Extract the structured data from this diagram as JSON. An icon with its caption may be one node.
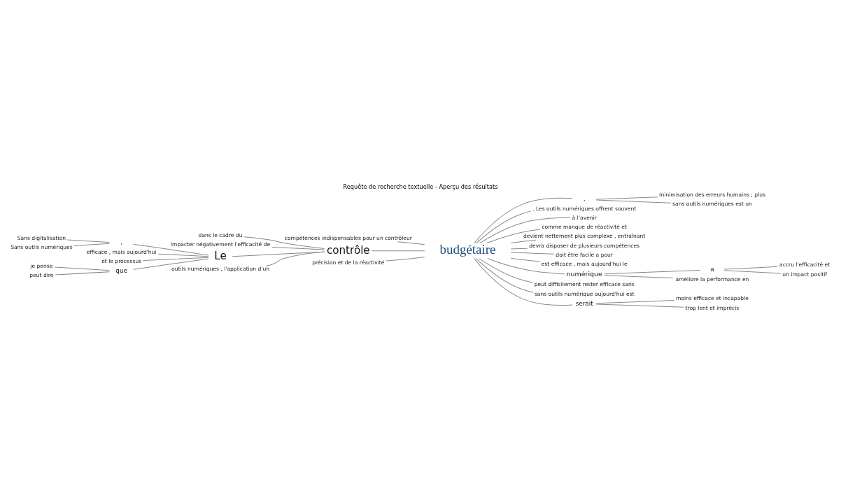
{
  "diagram": {
    "title": "Requête de recherche textuelle - Aperçu des résultats",
    "nodes": [
      {
        "text": [
          "compétences indispensables pour un contrôleur"
        ]
      },
      {
        "text": [
          "dans le cadre du"
        ]
      },
      {
        "text": [
          "impacter négativement l'efficacité de"
        ]
      },
      {
        "text": [
          "Sans digitalisation"
        ]
      },
      {
        "text": [
          "Sans outils numériques"
        ]
      },
      {
        "text": [
          ","
        ]
      },
      {
        "text": [
          "efficace , mais aujourd'hui"
        ]
      },
      {
        "text": [
          "et le processus"
        ]
      },
      {
        "text": [
          "Le"
        ]
      },
      {
        "text": [
          "contrôle"
        ]
      },
      {
        "text": [
          "budgétaire"
        ]
      },
      {
        "text": [
          "je pense"
        ]
      },
      {
        "text": [
          "peut dire"
        ]
      },
      {
        "text": [
          "que"
        ]
      },
      {
        "text": [
          "outils numériques , l'application d'un"
        ]
      },
      {
        "text": [
          "précision et de la réactivité"
        ]
      },
      {
        "text": [
          ","
        ]
      },
      {
        "text": [
          "minimisation des erreurs humains ; plus"
        ]
      },
      {
        "text": [
          "sans outils numériques est un"
        ]
      },
      {
        "text": [
          ". Les outils numériques offrent souvent"
        ]
      },
      {
        "text": [
          "à l’avenir"
        ]
      },
      {
        "text": [
          "comme manque de réactivité et"
        ]
      },
      {
        "text": [
          "devient nettement plus complexe , entraînant"
        ]
      },
      {
        "text": [
          "devra disposer de plusieurs compétences"
        ]
      },
      {
        "text": [
          "doit être facile a pour"
        ]
      },
      {
        "text": [
          "est efficace , mais aujourd'hui le"
        ]
      },
      {
        "text": [
          "numérique"
        ]
      },
      {
        "text": [
          "a"
        ]
      },
      {
        "text": [
          "accru l'efficacité et"
        ]
      },
      {
        "text": [
          "un impact positif"
        ]
      },
      {
        "text": [
          "améliore la performance en"
        ]
      },
      {
        "text": [
          "peut difficilement rester efficace sans"
        ]
      },
      {
        "text": [
          "sans outils numérique aujourd'hui est"
        ]
      },
      {
        "text": [
          "serait"
        ]
      },
      {
        "text": [
          "moins efficace et incapable"
        ]
      },
      {
        "text": [
          "trop lent et imprécis"
        ]
      }
    ],
    "edges": [
      {
        "from": 0,
        "to": 10,
        "arrow": "none"
      },
      {
        "from": 1,
        "to": 9,
        "arrow": "none"
      },
      {
        "from": 2,
        "to": 9,
        "arrow": "none"
      },
      {
        "from": 3,
        "to": 5,
        "arrow": "none"
      },
      {
        "from": 4,
        "to": 5,
        "arrow": "none"
      },
      {
        "from": 5,
        "to": 8,
        "arrow": "none"
      },
      {
        "from": 6,
        "to": 8,
        "arrow": "none"
      },
      {
        "from": 7,
        "to": 8,
        "arrow": "none"
      },
      {
        "from": 11,
        "to": 13,
        "arrow": "none"
      },
      {
        "from": 12,
        "to": 13,
        "arrow": "none"
      },
      {
        "from": 13,
        "to": 8,
        "arrow": "none"
      },
      {
        "from": 8,
        "to": 9,
        "arrow": "none"
      },
      {
        "from": 14,
        "to": 9,
        "arrow": "none"
      },
      {
        "from": 9,
        "to": 10,
        "arrow": "none"
      },
      {
        "from": 15,
        "to": 10,
        "arrow": "none"
      },
      {
        "from": 10,
        "to": 16,
        "arrow": "none"
      },
      {
        "from": 16,
        "to": 17,
        "arrow": "none"
      },
      {
        "from": 16,
        "to": 18,
        "arrow": "none"
      },
      {
        "from": 10,
        "to": 19,
        "arrow": "none"
      },
      {
        "from": 10,
        "to": 20,
        "arrow": "none"
      },
      {
        "from": 10,
        "to": 21,
        "arrow": "none"
      },
      {
        "from": 10,
        "to": 22,
        "arrow": "none"
      },
      {
        "from": 10,
        "to": 23,
        "arrow": "none"
      },
      {
        "from": 10,
        "to": 24,
        "arrow": "none"
      },
      {
        "from": 10,
        "to": 25,
        "arrow": "none"
      },
      {
        "from": 10,
        "to": 26,
        "arrow": "none"
      },
      {
        "from": 26,
        "to": 27,
        "arrow": "none"
      },
      {
        "from": 27,
        "to": 28,
        "arrow": "none"
      },
      {
        "from": 27,
        "to": 29,
        "arrow": "none"
      },
      {
        "from": 26,
        "to": 30,
        "arrow": "none"
      },
      {
        "from": 10,
        "to": 31,
        "arrow": "none"
      },
      {
        "from": 10,
        "to": 32,
        "arrow": "none"
      },
      {
        "from": 10,
        "to": 33,
        "arrow": "none"
      },
      {
        "from": 33,
        "to": 34,
        "arrow": "none"
      },
      {
        "from": 33,
        "to": 35,
        "arrow": "none"
      }
    ]
  }
}
